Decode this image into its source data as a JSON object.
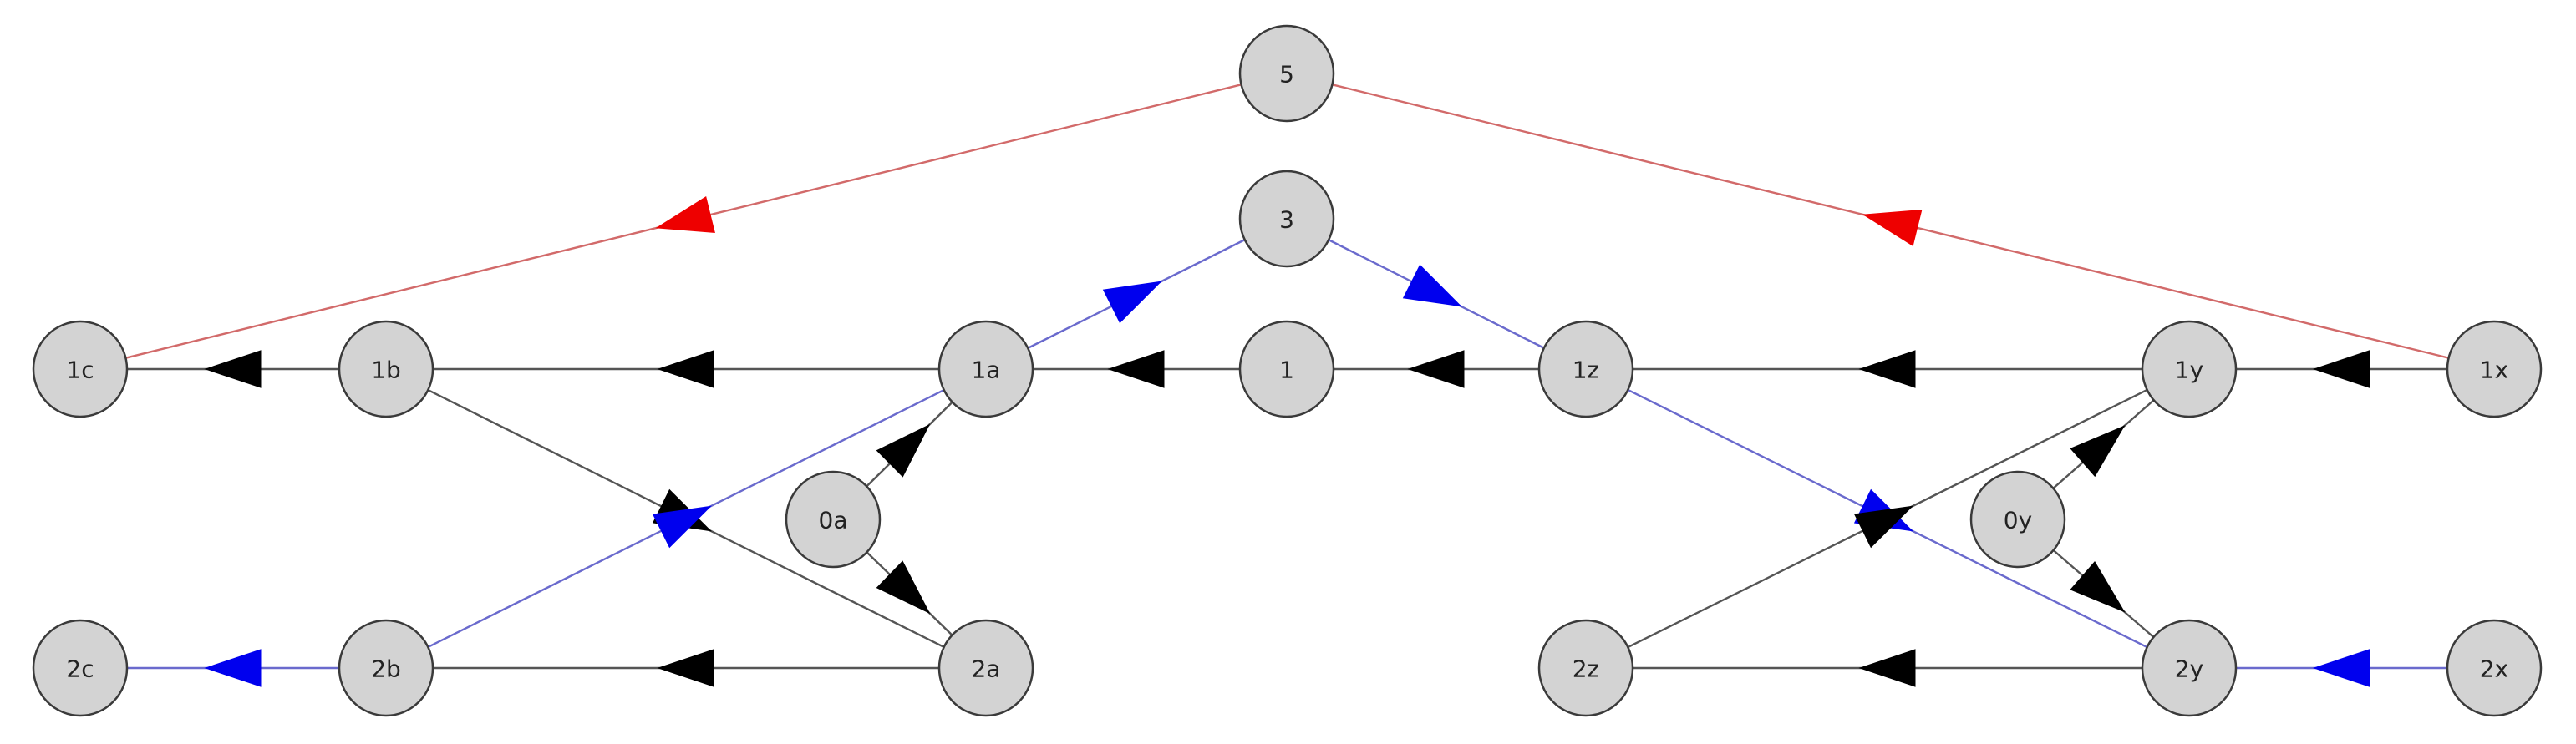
{
  "colors": {
    "node_fill": "#d3d3d3",
    "node_stroke": "#3a3a3a",
    "black_edge": "#000000",
    "blue_edge": "#0000ee",
    "blue_line": "#6a6acd",
    "red_edge": "#ee0000",
    "red_line": "#d26a6a",
    "gray_line": "#555555"
  },
  "nodes": [
    {
      "id": "5",
      "label": "5"
    },
    {
      "id": "3",
      "label": "3"
    },
    {
      "id": "1",
      "label": "1"
    },
    {
      "id": "1c",
      "label": "1c"
    },
    {
      "id": "1b",
      "label": "1b"
    },
    {
      "id": "1a",
      "label": "1a"
    },
    {
      "id": "1z",
      "label": "1z"
    },
    {
      "id": "1y",
      "label": "1y"
    },
    {
      "id": "1x",
      "label": "1x"
    },
    {
      "id": "0a",
      "label": "0a"
    },
    {
      "id": "0y",
      "label": "0y"
    },
    {
      "id": "2c",
      "label": "2c"
    },
    {
      "id": "2b",
      "label": "2b"
    },
    {
      "id": "2a",
      "label": "2a"
    },
    {
      "id": "2z",
      "label": "2z"
    },
    {
      "id": "2y",
      "label": "2y"
    },
    {
      "id": "2x",
      "label": "2x"
    }
  ],
  "edges": [
    {
      "from": "5",
      "to": "1c",
      "color": "red"
    },
    {
      "from": "1x",
      "to": "5",
      "color": "red"
    },
    {
      "from": "1a",
      "to": "3",
      "color": "blue"
    },
    {
      "from": "3",
      "to": "1z",
      "color": "blue"
    },
    {
      "from": "1b",
      "to": "1c",
      "color": "black"
    },
    {
      "from": "1a",
      "to": "1b",
      "color": "black"
    },
    {
      "from": "1",
      "to": "1a",
      "color": "black"
    },
    {
      "from": "1z",
      "to": "1",
      "color": "black"
    },
    {
      "from": "1y",
      "to": "1z",
      "color": "black"
    },
    {
      "from": "1x",
      "to": "1y",
      "color": "black"
    },
    {
      "from": "0a",
      "to": "1a",
      "color": "black"
    },
    {
      "from": "0a",
      "to": "2a",
      "color": "black"
    },
    {
      "from": "1b",
      "to": "2a",
      "color": "black"
    },
    {
      "from": "2b",
      "to": "1a",
      "color": "blue"
    },
    {
      "from": "2b",
      "to": "2c",
      "color": "blue"
    },
    {
      "from": "2a",
      "to": "2b",
      "color": "black"
    },
    {
      "from": "1z",
      "to": "2y",
      "color": "blue"
    },
    {
      "from": "2z",
      "to": "1y",
      "color": "black"
    },
    {
      "from": "0y",
      "to": "1y",
      "color": "black"
    },
    {
      "from": "0y",
      "to": "2y",
      "color": "black"
    },
    {
      "from": "2y",
      "to": "2z",
      "color": "black"
    },
    {
      "from": "2x",
      "to": "2y",
      "color": "blue"
    }
  ]
}
